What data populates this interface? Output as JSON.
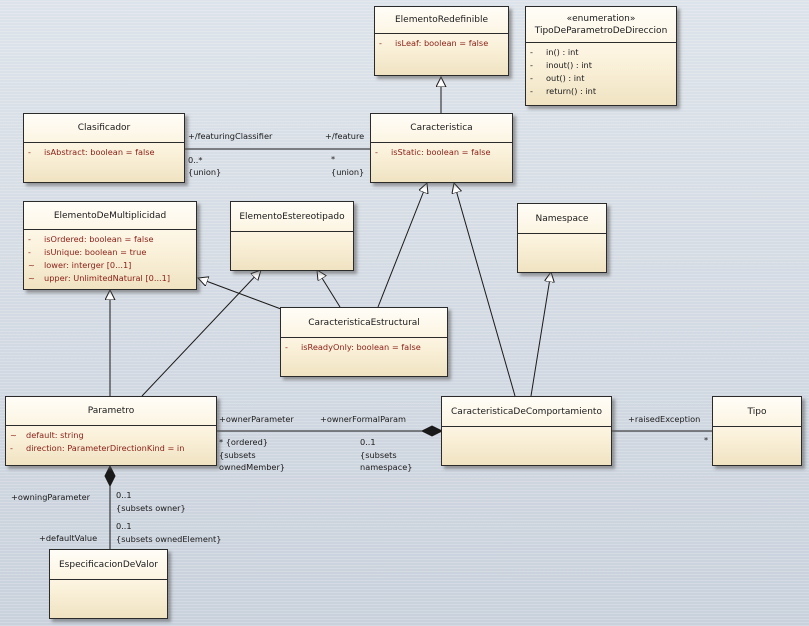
{
  "classes": {
    "elemento_redefinible": {
      "name": "ElementoRedefinible",
      "attrs": [
        {
          "vis": "-",
          "text": "isLeaf:  boolean = false"
        }
      ]
    },
    "tipo_parametro": {
      "stereotype": "«enumeration»",
      "name": "TipoDeParametroDeDireccion",
      "literals": [
        {
          "vis": "-",
          "text": "in() : int"
        },
        {
          "vis": "-",
          "text": "inout() : int"
        },
        {
          "vis": "-",
          "text": "out() : int"
        },
        {
          "vis": "-",
          "text": "return() : int"
        }
      ]
    },
    "clasificador": {
      "name": "Clasificador",
      "attrs": [
        {
          "vis": "-",
          "text": "isAbstract:  boolean = false"
        }
      ]
    },
    "caracteristica": {
      "name": "Caracteristica",
      "attrs": [
        {
          "vis": "-",
          "text": "isStatic:  boolean = false"
        }
      ]
    },
    "elemento_multiplicidad": {
      "name": "ElementoDeMultiplicidad",
      "attrs": [
        {
          "vis": "-",
          "text": "isOrdered:  boolean = false"
        },
        {
          "vis": "-",
          "text": "isUnique:  boolean = true"
        },
        {
          "vis": "~",
          "text": "lower:  interger [0...1]"
        },
        {
          "vis": "~",
          "text": "upper:  UnlimitedNatural [0...1]"
        }
      ]
    },
    "elemento_estereotipado": {
      "name": "ElementoEstereotipado"
    },
    "namespace": {
      "name": "Namespace"
    },
    "caracteristica_estructural": {
      "name": "CaracteristicaEstructural",
      "attrs": [
        {
          "vis": "-",
          "text": "isReadyOnly:  boolean = false"
        }
      ]
    },
    "parametro": {
      "name": "Parametro",
      "attrs": [
        {
          "vis": "~",
          "text": "default:  string"
        },
        {
          "vis": "-",
          "text": "direction:  ParameterDirectionKind = in"
        }
      ]
    },
    "caracteristica_comportamiento": {
      "name": "CaracteristicaDeComportamiento"
    },
    "tipo": {
      "name": "Tipo"
    },
    "especificacion_valor": {
      "name": "EspecificacionDeValor"
    }
  },
  "labels": {
    "featuring_classifier": "+/featuringClassifier",
    "feature": "+/feature",
    "fc_mult": "0..*",
    "fc_union": "{union}",
    "f_mult": "*",
    "f_union": "{union}",
    "owner_parameter": "+ownerParameter",
    "owner_formal_param": "+ownerFormalParam",
    "op_mult": "* {ordered}",
    "op_subsets": "{subsets",
    "op_member": "ownedMember}",
    "ofp_mult": "0..1",
    "ofp_subsets": "{subsets",
    "ofp_namespace": "namespace}",
    "raised_exception": "+raisedException",
    "re_mult": "*",
    "owning_parameter": "+owningParameter",
    "own_mult": "0..1",
    "own_subsets": "{subsets owner}",
    "default_value": "+defaultValue",
    "dv_mult": "0..1",
    "dv_subsets": "{subsets ownedElement}"
  },
  "colors": {
    "attribute_text": "#8a1f17",
    "class_fill": "#fbf2dc",
    "line": "#1a1a1a"
  }
}
